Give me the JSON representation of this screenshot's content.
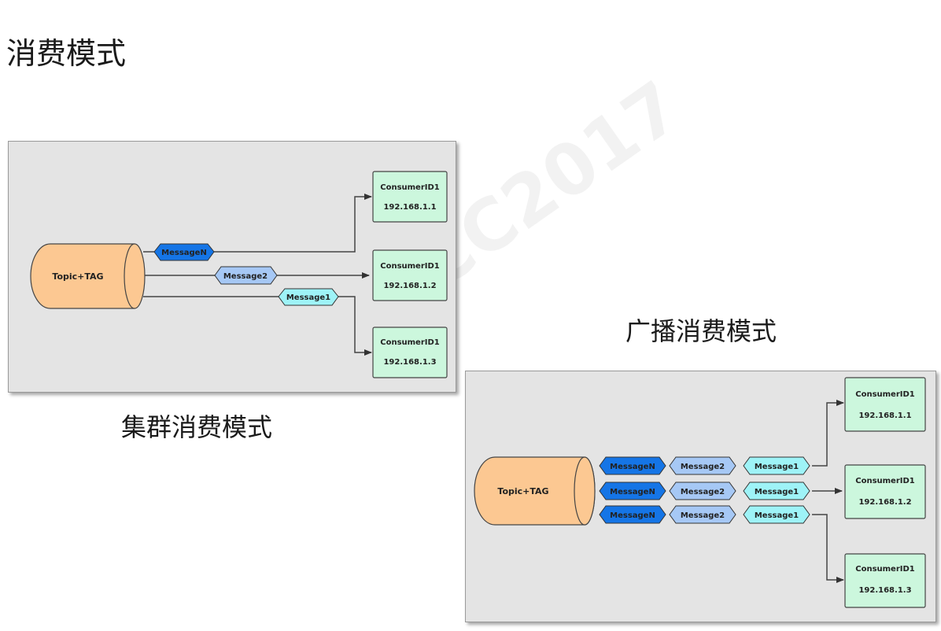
{
  "page": {
    "title": "消费模式",
    "watermark": "SACC2017"
  },
  "cluster": {
    "caption": "集群消费模式",
    "topic": "Topic+TAG",
    "messages": [
      "MessageN",
      "Message2",
      "Message1"
    ],
    "consumers": [
      {
        "name": "ConsumerID1",
        "ip": "192.168.1.1"
      },
      {
        "name": "ConsumerID1",
        "ip": "192.168.1.2"
      },
      {
        "name": "ConsumerID1",
        "ip": "192.168.1.3"
      }
    ]
  },
  "broadcast": {
    "caption": "广播消费模式",
    "topic": "Topic+TAG",
    "rows": [
      [
        "MessageN",
        "Message2",
        "Message1"
      ],
      [
        "MessageN",
        "Message2",
        "Message1"
      ],
      [
        "MessageN",
        "Message2",
        "Message1"
      ]
    ],
    "consumers": [
      {
        "name": "ConsumerID1",
        "ip": "192.168.1.1"
      },
      {
        "name": "ConsumerID1",
        "ip": "192.168.1.2"
      },
      {
        "name": "ConsumerID1",
        "ip": "192.168.1.3"
      }
    ]
  },
  "colors": {
    "topic_fill": "#fcc892",
    "consumer_fill": "#ccf7dd",
    "messageN_fill": "#1575e6",
    "message2_fill": "#a6c8f5",
    "message1_fill": "#9ef3f7",
    "line": "#444444"
  }
}
